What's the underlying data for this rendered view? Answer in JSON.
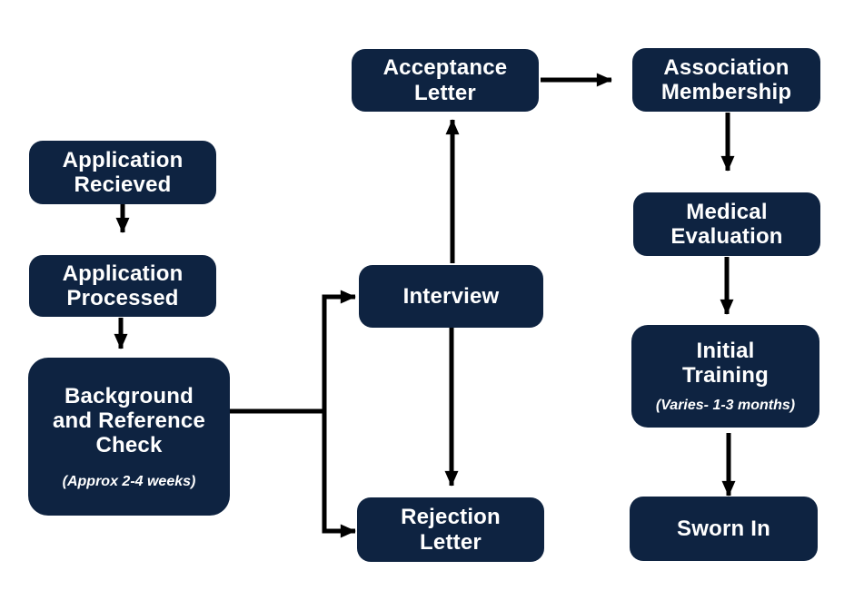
{
  "diagram": {
    "type": "flowchart",
    "background_color": "#ffffff",
    "node_fill": "#0e2341",
    "node_text_color": "#ffffff",
    "arrow_color": "#000000",
    "nodes": {
      "application_received": {
        "label": "Application\nRecieved"
      },
      "application_processed": {
        "label": "Application\nProcessed"
      },
      "background_check": {
        "label": "Background\nand Reference\nCheck",
        "note": "(Approx 2-4 weeks)"
      },
      "acceptance_letter": {
        "label": "Acceptance\nLetter"
      },
      "interview": {
        "label": "Interview"
      },
      "rejection_letter": {
        "label": "Rejection\nLetter"
      },
      "association_membership": {
        "label": "Association\nMembership"
      },
      "medical_evaluation": {
        "label": "Medical\nEvaluation"
      },
      "initial_training": {
        "label": "Initial\nTraining",
        "note": "(Varies- 1-3 months)"
      },
      "sworn_in": {
        "label": "Sworn In"
      }
    },
    "edges": [
      "application_received -> application_processed",
      "application_processed -> background_check",
      "background_check -> interview",
      "background_check -> rejection_letter",
      "interview -> acceptance_letter",
      "interview -> rejection_letter",
      "acceptance_letter -> association_membership",
      "association_membership -> medical_evaluation",
      "medical_evaluation -> initial_training",
      "initial_training -> sworn_in"
    ]
  }
}
